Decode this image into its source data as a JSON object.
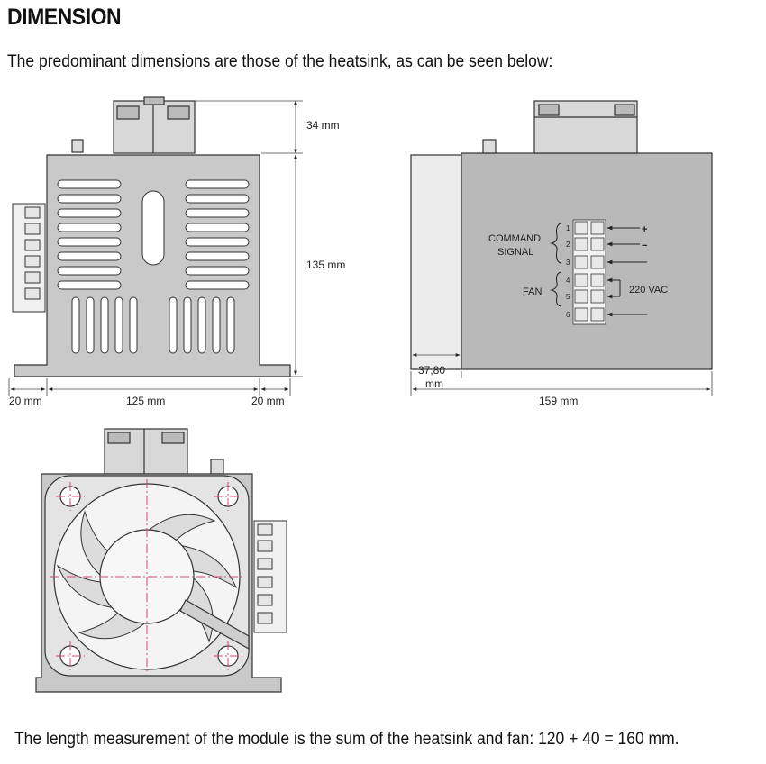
{
  "title": "DIMENSION",
  "intro": "The predominant dimensions are those of the heatsink, as can be seen below:",
  "footer": "The length measurement of the module is the sum of the heatsink and fan: 120 + 40 = 160 mm.",
  "front_view": {
    "dim_height_top": "34 mm",
    "dim_height_main": "135 mm",
    "dim_width_left": "20 mm",
    "dim_width_center": "125 mm",
    "dim_width_right": "20 mm"
  },
  "side_view": {
    "command_signal_line1": "COMMAND",
    "command_signal_line2": "SIGNAL",
    "fan_label": "FAN",
    "voltage_label": "220 VAC",
    "plus_sign": "+",
    "minus_sign": "−",
    "terminals": [
      "1",
      "2",
      "3",
      "4",
      "5",
      "6"
    ],
    "dim_depth_line1": "37,80",
    "dim_depth_line2": "mm",
    "dim_length": "159 mm"
  }
}
